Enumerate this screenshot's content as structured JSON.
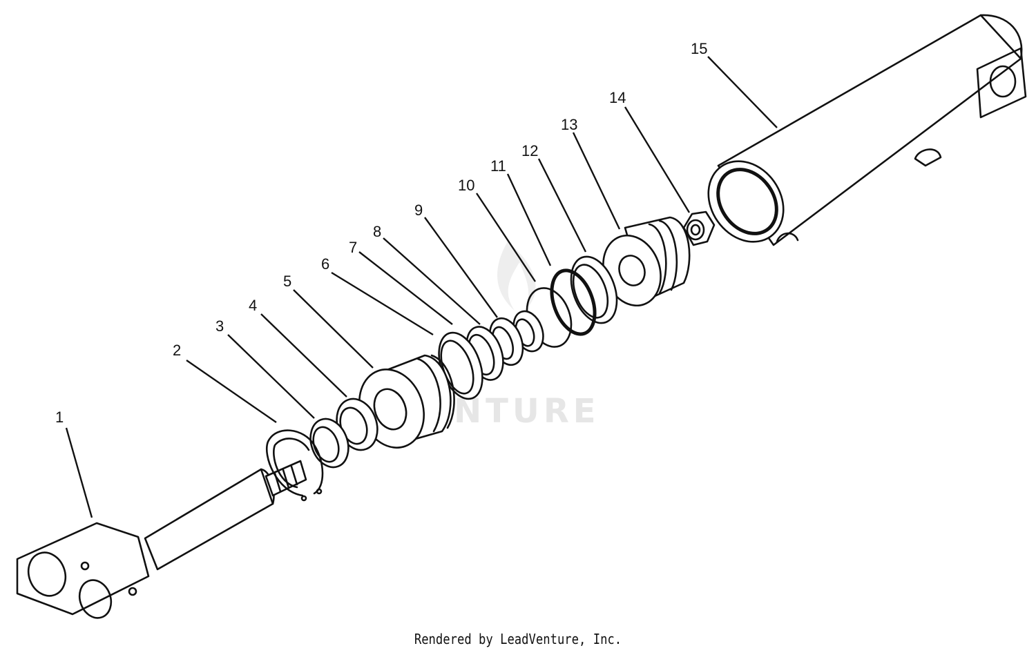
{
  "diagram": {
    "callouts": [
      {
        "label": "1"
      },
      {
        "label": "2"
      },
      {
        "label": "3"
      },
      {
        "label": "4"
      },
      {
        "label": "5"
      },
      {
        "label": "6"
      },
      {
        "label": "7"
      },
      {
        "label": "8"
      },
      {
        "label": "9"
      },
      {
        "label": "10"
      },
      {
        "label": "11"
      },
      {
        "label": "12"
      },
      {
        "label": "13"
      },
      {
        "label": "14"
      },
      {
        "label": "15"
      }
    ]
  },
  "watermark": "VENTURE",
  "footer": "Rendered by LeadVenture, Inc."
}
